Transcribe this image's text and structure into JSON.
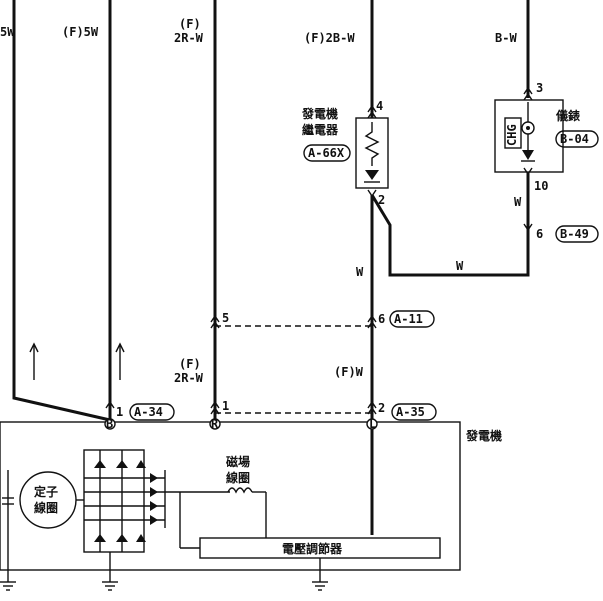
{
  "labels": {
    "w5_left": "5W",
    "f5w": "(F)5W",
    "f_2rw_top_1": "(F)",
    "f_2rw_top_2": "2R-W",
    "f2bw": "(F)2B-W",
    "bw": "B-W",
    "relay_name_1": "發電機",
    "relay_name_2": "繼電器",
    "relay_conn": "A-66X",
    "pin4": "4",
    "pin2_relay": "2",
    "meter_name": "儀錶",
    "meter_conn": "B-04",
    "pin3": "3",
    "pin10": "10",
    "chg": "CHG",
    "w_right": "W",
    "pin6_b49": "6",
    "b49": "B-49",
    "w_mid": "W",
    "w_horiz": "W",
    "pin5": "5",
    "pin6_a11": "6",
    "a11": "A-11",
    "f_2rw_bot_1": "(F)",
    "f_2rw_bot_2": "2R-W",
    "fw": "(F)W",
    "pin1_a34": "1",
    "a34": "A-34",
    "pin1_mid": "1",
    "pin2_a35": "2",
    "a35": "A-35",
    "term_B": "B",
    "term_R": "R",
    "term_L": "L",
    "alternator": "發電機",
    "field_coil_1": "磁場",
    "field_coil_2": "線圈",
    "stator_1": "定子",
    "stator_2": "線圈",
    "regulator": "電壓調節器"
  }
}
